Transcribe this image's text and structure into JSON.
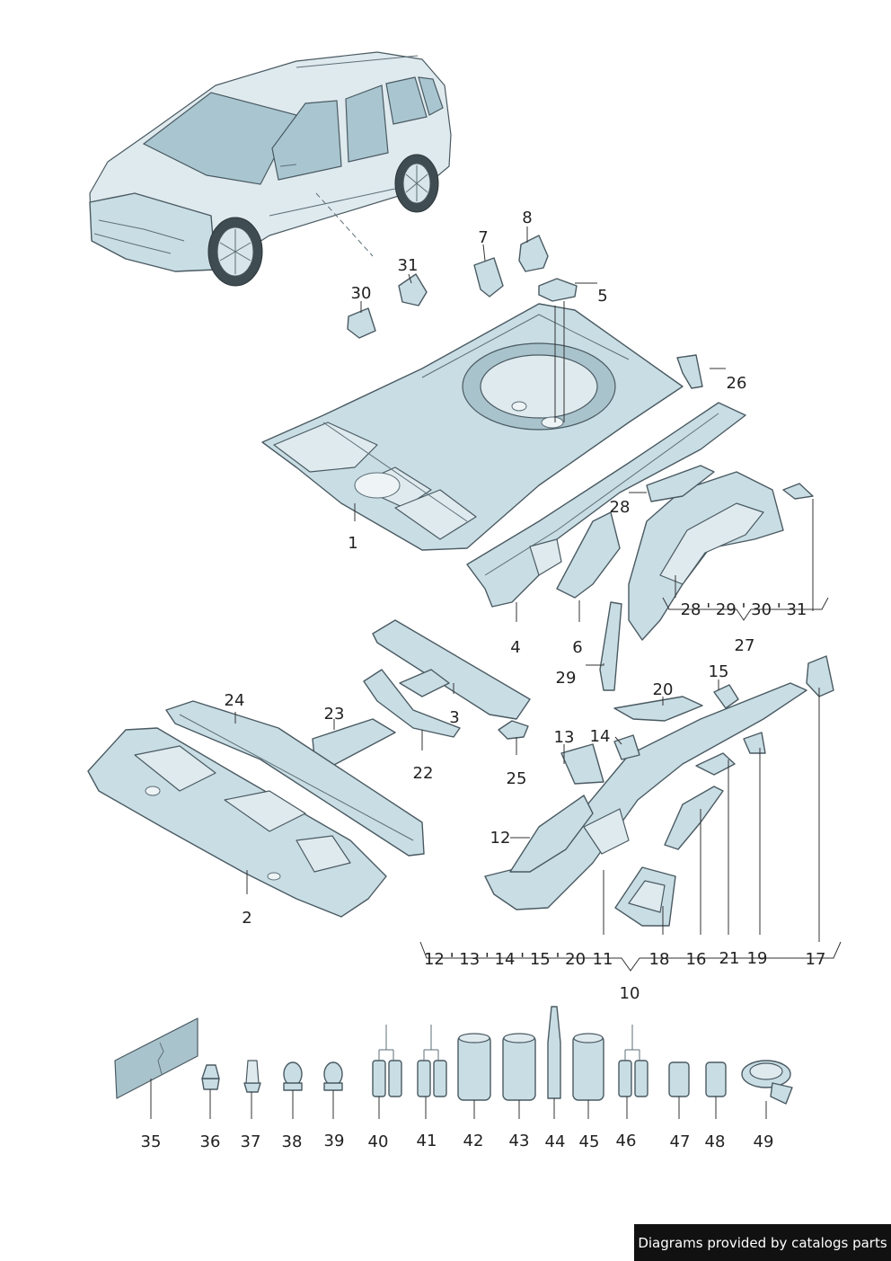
{
  "callouts": {
    "c1": "1",
    "c2": "2",
    "c3": "3",
    "c4": "4",
    "c5": "5",
    "c6": "6",
    "c7": "7",
    "c8": "8",
    "c10": "10",
    "c11": "11",
    "c12": "12",
    "c13": "13",
    "c14": "14",
    "c15": "15",
    "c16": "16",
    "c17": "17",
    "c18": "18",
    "c19": "19",
    "c20": "20",
    "c21": "21",
    "c22": "22",
    "c23": "23",
    "c24": "24",
    "c25": "25",
    "c26": "26",
    "c27": "27",
    "c28": "28",
    "c29": "29",
    "c30": "30",
    "c31": "31",
    "c35": "35",
    "c36": "36",
    "c37": "37",
    "c38": "38",
    "c39": "39",
    "c40": "40",
    "c41": "41",
    "c42": "42",
    "c43": "43",
    "c44": "44",
    "c45": "45",
    "c46": "46",
    "c47": "47",
    "c48": "48",
    "c49": "49"
  },
  "groups": {
    "g27_members": "28 ' 29 ' 30 ' 31",
    "g10_members_left": "12 ' 13 ' 14 ' 15 ' 20",
    "g10_members_right_11": "11",
    "g10_members_right_18": "18",
    "g10_members_right_16": "16",
    "g10_members_right_21": "21",
    "g10_members_right_19": "19",
    "g10_members_right_17": "17"
  },
  "footer": {
    "text": "Diagrams provided by catalogs parts"
  },
  "colors": {
    "part_fill": "#c9dde4",
    "outline": "#4a5a62",
    "footer_bg": "#111111"
  }
}
